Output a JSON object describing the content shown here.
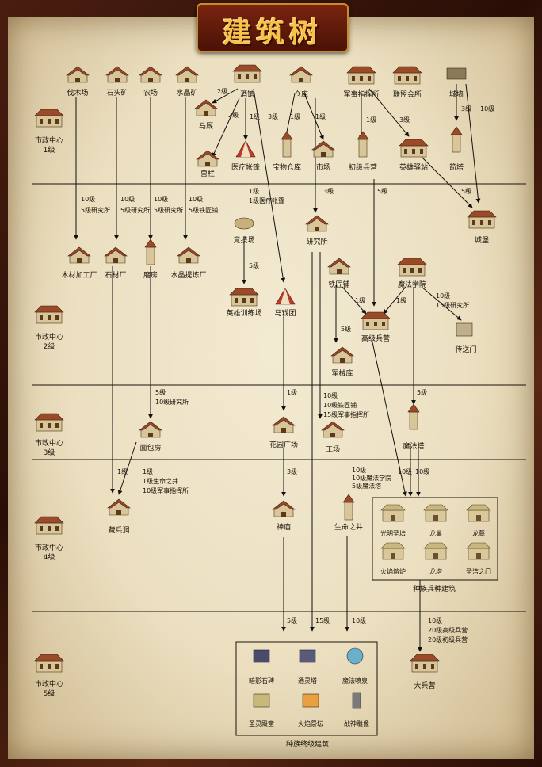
{
  "title": "建筑树",
  "tiers": [
    {
      "label": "市政中心",
      "level": "1级"
    },
    {
      "label": "市政中心",
      "level": "2级"
    },
    {
      "label": "市政中心",
      "level": "3级"
    },
    {
      "label": "市政中心",
      "level": "4级"
    },
    {
      "label": "市政中心",
      "level": "5级"
    }
  ],
  "buildings": {
    "lumberyard": "伐木场",
    "quarry": "石头矿",
    "farm": "农场",
    "crystal_mine": "水晶矿",
    "tavern": "酒馆",
    "warehouse": "仓库",
    "command_post": "军事指挥所",
    "alliance_hall": "联盟会所",
    "wall": "城墙",
    "stable": "马厩",
    "beast_pen": "兽栏",
    "medical_tent": "医疗帐篷",
    "treasure_vault": "宝物仓库",
    "market": "市场",
    "basic_barracks": "初级兵营",
    "hero_station": "英雄驿站",
    "arrow_tower": "箭塔",
    "castle": "城堡",
    "sawmill": "木材加工厂",
    "stonework": "石材厂",
    "mill": "磨房",
    "crystal_refinery": "水晶提炼厂",
    "arena": "竞技场",
    "academy": "研究所",
    "hero_training": "英雄训练场",
    "circus": "马戏团",
    "smithy": "铁匠铺",
    "mage_academy": "魔法学院",
    "advanced_barracks": "高级兵营",
    "portal": "传送门",
    "armory": "军械库",
    "bakery": "面包房",
    "garden_plaza": "花园广场",
    "workshop": "工场",
    "mage_tower": "魔法塔",
    "hideout": "藏兵洞",
    "temple": "神庙",
    "well_of_life": "生命之井",
    "great_barracks": "大兵营"
  },
  "race_buildings": {
    "title": "种族兵种建筑",
    "items": [
      "光明圣坛",
      "龙巢",
      "龙墓",
      "火焰熔炉",
      "龙塔",
      "圣洁之门"
    ]
  },
  "ultimate_buildings": {
    "title": "种族终级建筑",
    "items": [
      "暗影石碑",
      "通灵塔",
      "魔法喷泉",
      "圣灵殿堂",
      "火焰祭坛",
      "战神雕像"
    ]
  },
  "requirements": {
    "tavern_stable": "2级",
    "tavern_beast": "2级",
    "tavern_medical": "1级",
    "tavern_circus": "3级",
    "warehouse_vault": "1级",
    "warehouse_market": "1级",
    "command_barracks": "1级",
    "command_hero": "3级",
    "wall_tower": "3级",
    "wall_castle": "10级",
    "castle_tier": "5级",
    "sawmill_req": [
      "10级",
      "5级研究所"
    ],
    "stonework_req": [
      "10级",
      "5级研究所"
    ],
    "mill_req": [
      "10级",
      "5级研究所"
    ],
    "refinery_req": [
      "10级",
      "5级铁匠铺"
    ],
    "circus_req": [
      "1级",
      "1级医疗帐篷"
    ],
    "academy_req": "3级",
    "barracks_adv": "5级",
    "arena_hero": "5级",
    "smithy_adv": "1级",
    "mage_adv": "1级",
    "portal_req": [
      "10级",
      "15级研究所"
    ],
    "armory_req": "5级",
    "bakery_req": [
      "5级",
      "10级研究所"
    ],
    "garden_req": "1级",
    "workshop_req": [
      "10级",
      "10级铁匠铺",
      "15级军事指挥所"
    ],
    "magetower_req": "5级",
    "hideout_req": [
      "1级",
      "1级生命之井",
      "10级军事指挥所"
    ],
    "temple_req": "3级",
    "well_req": [
      "10级",
      "10级魔法学院",
      "5级魔法塔"
    ],
    "race_req_a": "10级",
    "race_req_b": "10级",
    "ult_a": "5级",
    "ult_b": "15级",
    "ult_c": "10级",
    "great_req": [
      "10级",
      "20级高级兵营",
      "20级初级兵营"
    ]
  }
}
